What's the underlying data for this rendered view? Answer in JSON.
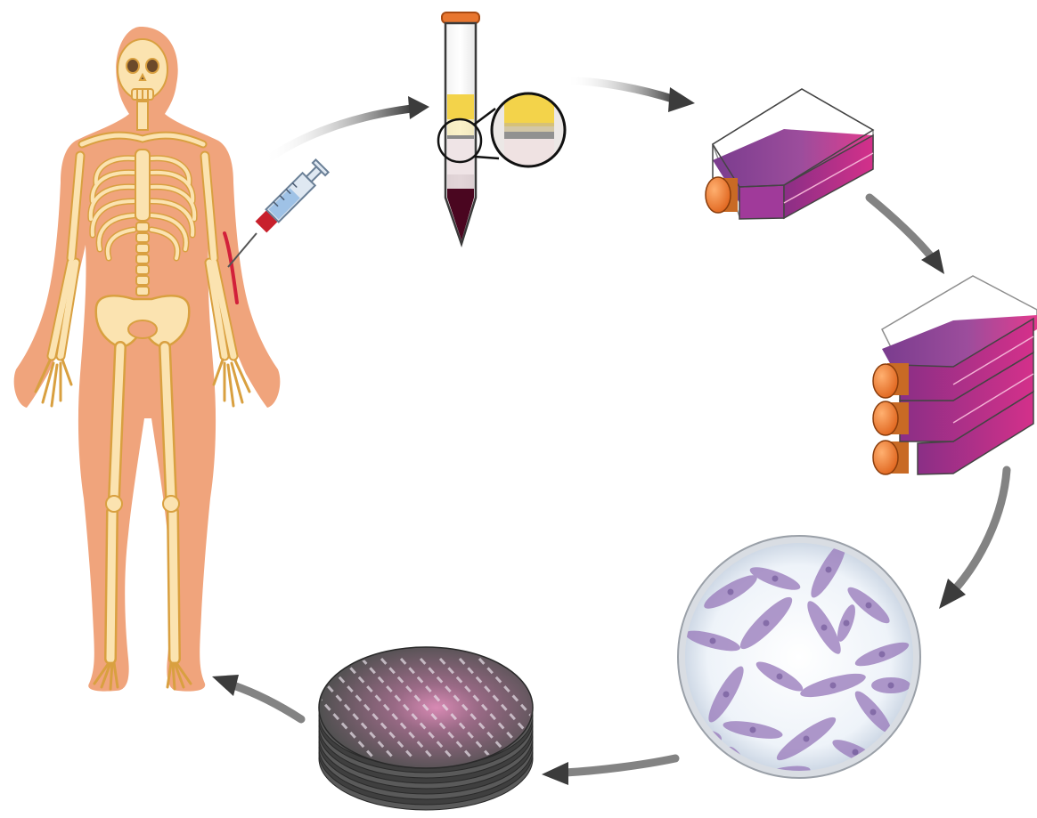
{
  "diagram": {
    "steps": [
      {
        "id": "patient",
        "icon": "human-skeleton-icon"
      },
      {
        "id": "syringe",
        "icon": "syringe-icon"
      },
      {
        "id": "centrifuge-tube",
        "icon": "centrifuge-tube-icon"
      },
      {
        "id": "culture-flask",
        "icon": "culture-flask-icon"
      },
      {
        "id": "flask-stack",
        "icon": "flask-stack-icon"
      },
      {
        "id": "cells",
        "icon": "cells-magnified-icon"
      },
      {
        "id": "scaffold-stack",
        "icon": "scaffold-stack-icon"
      }
    ],
    "colors": {
      "body": "#f0a47c",
      "bone": "#fbe3b0",
      "bone_outline": "#d9a040",
      "blood": "#4a0620",
      "plasma": "#f3d34a",
      "cap": "#e8762f",
      "flask_magenta": "#d12c86",
      "flask_purple": "#8a3a92",
      "arrow": "#4a4a4a",
      "cell": "#8f6bb0",
      "scaffold": "#4d4d4d"
    }
  }
}
